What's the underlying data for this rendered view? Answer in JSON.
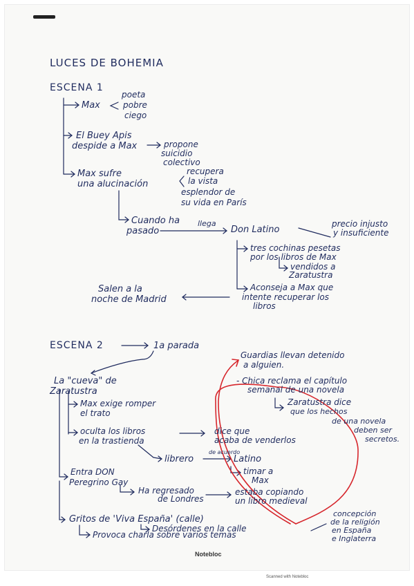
{
  "title": "LUCES DE BOHEMIA",
  "escena1": {
    "heading": "ESCENA 1",
    "max": "Max",
    "max_traits": [
      "poeta",
      "pobre",
      "ciego"
    ],
    "buey_1": "El Buey Apis",
    "buey_2": "despide a Max",
    "propone": [
      "propone",
      "suicidio",
      "colectivo"
    ],
    "alucina_1": "Max sufre",
    "alucina_2": "una alucinación",
    "recupera": [
      "recupera",
      "la vista",
      "esplendor de",
      "su vida en París"
    ],
    "cuando_1": "Cuando ha",
    "cuando_2": "pasado",
    "llega": "llega",
    "don_latino": "Don Latino",
    "precio_1": "precio injusto",
    "precio_2": "y insuficiente",
    "cochinas_1": "tres cochinas pesetas",
    "cochinas_2": "por los libros de Max",
    "vendidos_1": "vendidos a",
    "vendidos_2": "Zaratustra",
    "aconseja_1": "Aconseja a Max que",
    "aconseja_2": "intente recuperar los",
    "aconseja_3": "libros",
    "salen_1": "Salen a la",
    "salen_2": "noche de Madrid"
  },
  "escena2": {
    "heading": "ESCENA 2",
    "parada": "1a parada",
    "cueva_1": "La \"cueva\" de",
    "cueva_2": "Zaratustra",
    "romper_1": "Max exige romper",
    "romper_2": "el trato",
    "oculta_1": "oculta los libros",
    "oculta_2": "en la trastienda",
    "dice_1": "dice que",
    "dice_2": "acaba de venderlos",
    "librero": "librero",
    "de_acuerdo": "de acuerdo",
    "latino": "Latino",
    "timar_1": "timar a",
    "timar_2": "Max",
    "entra_1": "Entra DON",
    "entra_2": "Peregrino Gay",
    "regresado_1": "Ha regresado",
    "regresado_2": "de Londres",
    "copiando_1": "estaba copiando",
    "copiando_2": "un libro medieval",
    "guardias_1": "Guardias llevan detenido",
    "guardias_2": "a alguien.",
    "chica_1": "- Chica reclama el capítulo",
    "chica_2": "semanal de una novela",
    "zara_1": "Zaratustra dice",
    "zara_2": "que los hechos",
    "zara_3": "de una novela",
    "zara_4": "deben ser",
    "zara_5": "secretos.",
    "gritos": "Gritos de 'Viva España' (calle)",
    "desordenes": "Desórdenes en la calle",
    "provoca": "Provoca charla sobre varios temas",
    "concepcion": [
      "concepción",
      "de la religión",
      "en España",
      "e Inglaterra"
    ]
  },
  "footer": {
    "brand": "Notebloc",
    "scanned": "Scanned with Notebloc"
  },
  "colors": {
    "ink": "#1f2b5e",
    "red": "#d6262c",
    "paper": "#f9f9f7"
  }
}
